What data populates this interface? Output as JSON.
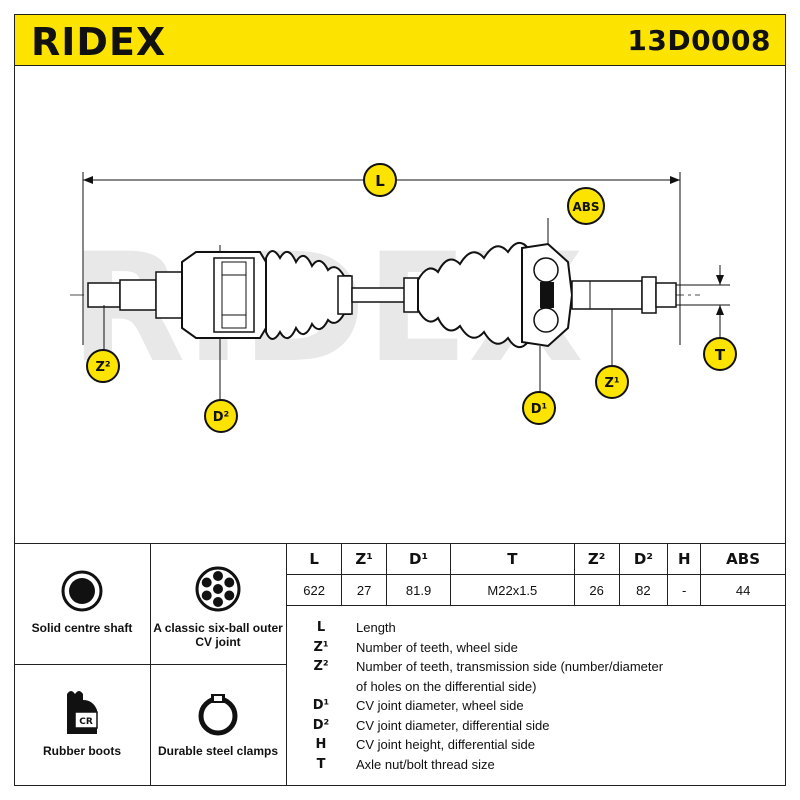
{
  "brand": {
    "name": "RIDEX"
  },
  "header": {
    "part_number": "13D0008"
  },
  "drawing": {
    "labels": {
      "L": "L",
      "ABS": "ABS",
      "T": "T",
      "Z1": "Z¹",
      "Z2": "Z²",
      "D1": "D¹",
      "D2": "D²"
    },
    "colors": {
      "badge": "#fce300",
      "line": "#111111",
      "watermark": "#e6e6e6"
    }
  },
  "features": [
    {
      "icon": "solid-shaft-icon",
      "label": "Solid centre shaft"
    },
    {
      "icon": "six-ball-cv-joint-icon",
      "label": "A classic six-ball outer CV joint"
    },
    {
      "icon": "rubber-boot-cr-icon",
      "label": "Rubber boots"
    },
    {
      "icon": "steel-clamp-icon",
      "label": "Durable steel clamps"
    }
  ],
  "spec_table": {
    "headers": [
      "L",
      "Z¹",
      "D¹",
      "T",
      "Z²",
      "D²",
      "H",
      "ABS"
    ],
    "values": [
      "622",
      "27",
      "81.9",
      "M22x1.5",
      "26",
      "82",
      "-",
      "44"
    ]
  },
  "legend": [
    {
      "key": "L",
      "text": "Length"
    },
    {
      "key": "Z¹",
      "text": "Number of teeth, wheel side"
    },
    {
      "key": "Z²",
      "text": "Number of teeth, transmission side (number/diameter"
    },
    {
      "key": "",
      "text": "of holes on the differential side)"
    },
    {
      "key": "D¹",
      "text": "CV joint diameter, wheel side"
    },
    {
      "key": "D²",
      "text": "CV joint diameter, differential side"
    },
    {
      "key": "H",
      "text": "CV joint height, differential side"
    },
    {
      "key": "T",
      "text": "Axle nut/bolt thread size"
    }
  ]
}
